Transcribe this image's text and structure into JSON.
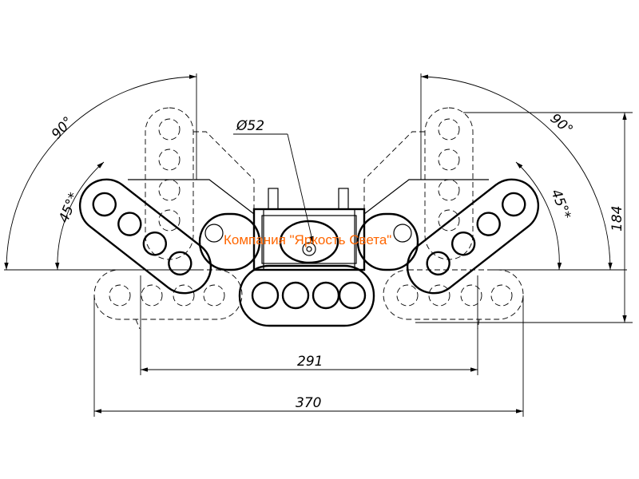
{
  "watermark": {
    "text": "Компания \"Яркость Света\"",
    "color": "#ff6600"
  },
  "dimensions": {
    "diameter": "Ø52",
    "angle_left_outer": "90°",
    "angle_left_inner": "45°*",
    "angle_right_outer": "90°",
    "angle_right_inner": "45°*",
    "height": "184",
    "width_inner": "291",
    "width_outer": "370"
  }
}
